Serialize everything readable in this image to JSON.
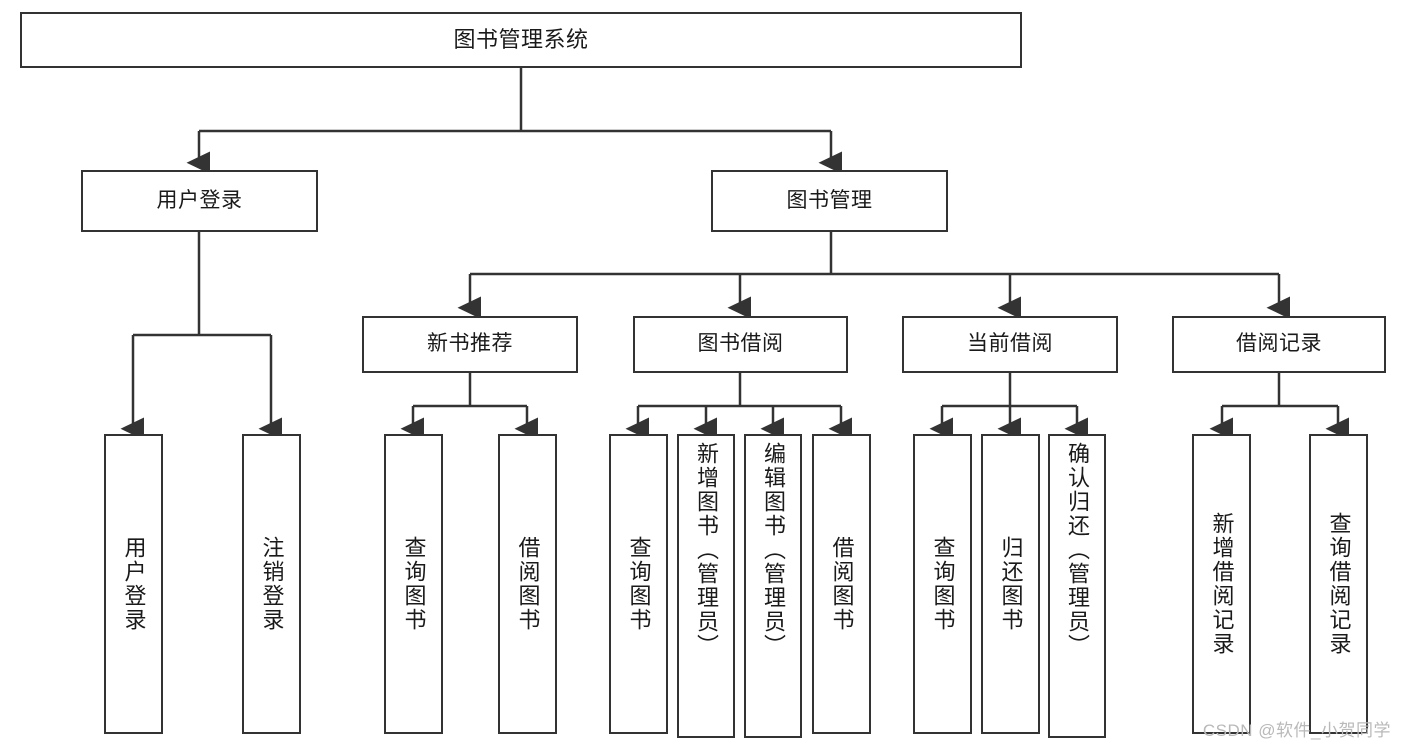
{
  "diagram": {
    "title": "图书管理系统",
    "type": "tree",
    "root": {
      "label": "图书管理系统"
    },
    "level2": [
      {
        "label": "用户登录"
      },
      {
        "label": "图书管理"
      }
    ],
    "level3": [
      {
        "label": "新书推荐"
      },
      {
        "label": "图书借阅"
      },
      {
        "label": "当前借阅"
      },
      {
        "label": "借阅记录"
      }
    ],
    "leaves": {
      "user_login": [
        {
          "label": "用户登录"
        },
        {
          "label": "注销登录"
        }
      ],
      "new_book_recommend": [
        {
          "label": "查询图书"
        },
        {
          "label": "借阅图书"
        }
      ],
      "book_borrow": [
        {
          "label": "查询图书"
        },
        {
          "label": "新增图书（管理员）"
        },
        {
          "label": "编辑图书（管理员）"
        },
        {
          "label": "借阅图书"
        }
      ],
      "current_borrow": [
        {
          "label": "查询图书"
        },
        {
          "label": "归还图书"
        },
        {
          "label": "确认归还（管理员）"
        }
      ],
      "borrow_record": [
        {
          "label": "新增借阅记录"
        },
        {
          "label": "查询借阅记录"
        }
      ]
    },
    "colors": {
      "stroke": "#333333",
      "fill": "#ffffff",
      "text": "#1a1a1a",
      "watermark": "#b9b9b9"
    }
  },
  "watermark": {
    "text": "CSDN @软件_小贺同学"
  }
}
